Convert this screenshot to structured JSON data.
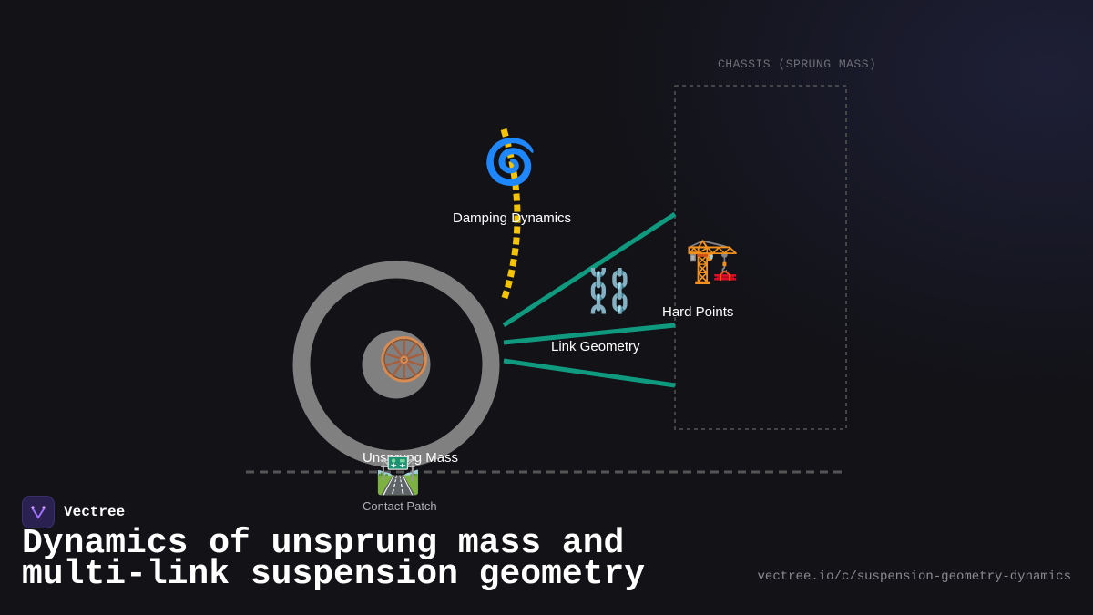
{
  "diagram": {
    "chassis_label": "CHASSIS (SPRUNG MASS)",
    "nodes": {
      "damping": {
        "label": "Damping Dynamics",
        "icon": "cyclone-icon",
        "glyph": "🌀"
      },
      "link_geometry": {
        "label": "Link Geometry",
        "icon": "chain-icon",
        "glyph": "⛓️"
      },
      "hard_points": {
        "label": "Hard Points",
        "icon": "construction-crane-icon",
        "glyph": "🏗️"
      },
      "unsprung_mass": {
        "label": "Unsprung Mass",
        "icon": "wheel-icon",
        "glyph": "🛞"
      },
      "contact_patch": {
        "label": "Contact Patch",
        "icon": "road-icon",
        "glyph": "🛣️"
      }
    },
    "colors": {
      "link": "#0f9a80",
      "spring": "#f5c400",
      "wheel": "#808080",
      "chassis_outline": "#555555",
      "ground": "#555555"
    }
  },
  "brand": {
    "name": "Vectree"
  },
  "title": "Dynamics of unsprung mass and multi-link suspension geometry",
  "url": "vectree.io/c/suspension-geometry-dynamics"
}
